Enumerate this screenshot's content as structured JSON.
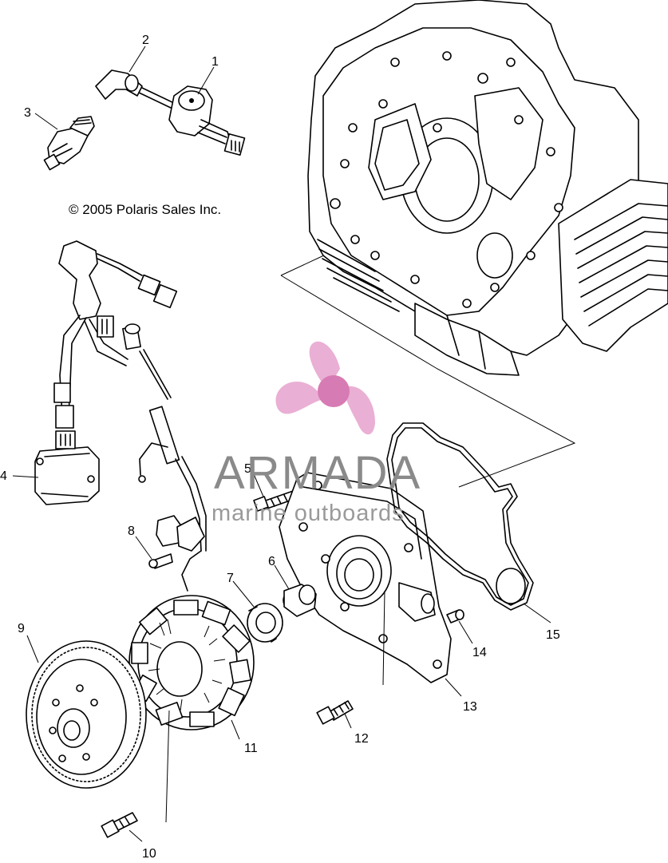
{
  "copyright": "© 2005 Polaris Sales Inc.",
  "callouts": [
    {
      "id": "1",
      "label": "1"
    },
    {
      "id": "2",
      "label": "2"
    },
    {
      "id": "3",
      "label": "3"
    },
    {
      "id": "4",
      "label": "4"
    },
    {
      "id": "5",
      "label": "5"
    },
    {
      "id": "6",
      "label": "6"
    },
    {
      "id": "7",
      "label": "7"
    },
    {
      "id": "8",
      "label": "8"
    },
    {
      "id": "9",
      "label": "9"
    },
    {
      "id": "10",
      "label": "10"
    },
    {
      "id": "11",
      "label": "11"
    },
    {
      "id": "12",
      "label": "12"
    },
    {
      "id": "13",
      "label": "13"
    },
    {
      "id": "14",
      "label": "14"
    },
    {
      "id": "15",
      "label": "15"
    }
  ],
  "watermark": {
    "title": "ARMADA",
    "subtitle": "marine outboards",
    "logo_icon": "propeller-icon",
    "colors": {
      "title": "#8a8a8a",
      "subtitle": "#9a9a9a",
      "logo": "#e8a6cf",
      "logo_center": "#d77bb4"
    }
  },
  "colors": {
    "line": "#000000",
    "background": "#ffffff"
  }
}
